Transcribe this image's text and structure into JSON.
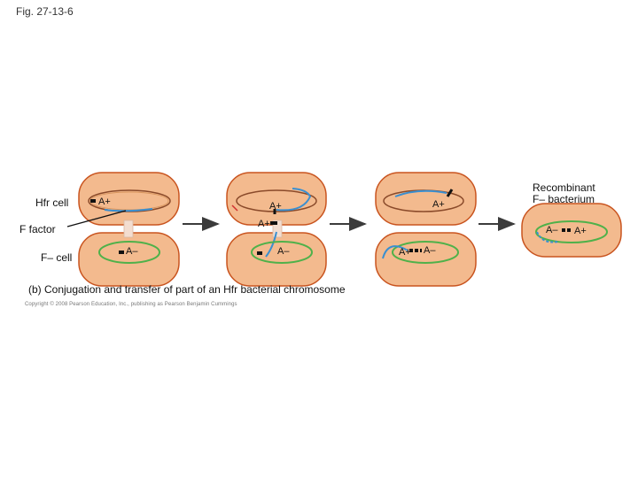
{
  "figure_label": "Fig. 27-13-6",
  "caption": "(b) Conjugation and transfer of part of an Hfr bacterial chromosome",
  "copyright": "Copyright © 2008 Pearson Education, Inc., publishing as Pearson Benjamin Cummings",
  "labels": {
    "hfr_cell": "Hfr cell",
    "f_factor": "F factor",
    "f_minus_cell": "F– cell",
    "recombinant_line1": "Recombinant",
    "recombinant_line2": "F– bacterium"
  },
  "alleles": {
    "a_plus": "A+",
    "a_minus": "A–"
  },
  "colors": {
    "cell_fill": "#f3ba8e",
    "cell_stroke": "#c9541f",
    "cell_inner": "#f6caa2",
    "hfr_chromosome": "#8a4a2a",
    "transferred_dna": "#3a8fd0",
    "recipient_chromosome": "#4fb14a",
    "arrow": "#3b3b3b",
    "bridge": "#f3ddd0"
  }
}
